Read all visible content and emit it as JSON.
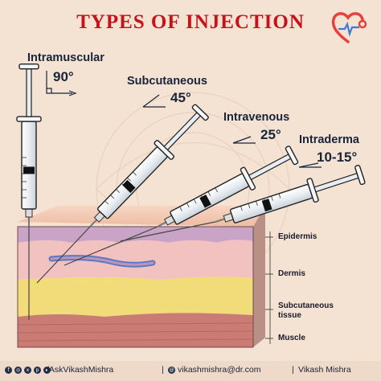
{
  "header": {
    "title": "TYPES OF INJECTION"
  },
  "logo": {
    "icon": "heart-stethoscope-icon",
    "color": "#e8403c",
    "accent": "#3a7bd5"
  },
  "injections": [
    {
      "name": "Intramuscular",
      "angle": "90°"
    },
    {
      "name": "Subcutaneous",
      "angle": "45°"
    },
    {
      "name": "Intravenous",
      "angle": "25°"
    },
    {
      "name": "Intraderma",
      "angle": "10-15°"
    }
  ],
  "layers": [
    {
      "name": "Epidermis"
    },
    {
      "name": "Dermis"
    },
    {
      "name": "Subcutaneous\ntissue"
    },
    {
      "name": "Muscle"
    }
  ],
  "footer": {
    "social_icons": [
      "facebook-icon",
      "instagram-icon",
      "x-icon",
      "pinterest-icon",
      "youtube-icon"
    ],
    "handle": "/AskVikashMishra",
    "email": "vikashmishra@dr.com",
    "name": "Vikash Mishra",
    "separator": "|"
  },
  "colors": {
    "title": "#c8121b",
    "text": "#18243a",
    "epidermis": "#c9a4c6",
    "dermis": "#f2c2c0",
    "subcutaneous": "#f2dc7a",
    "muscle": "#c97b74",
    "vein": "#5a78c8"
  }
}
